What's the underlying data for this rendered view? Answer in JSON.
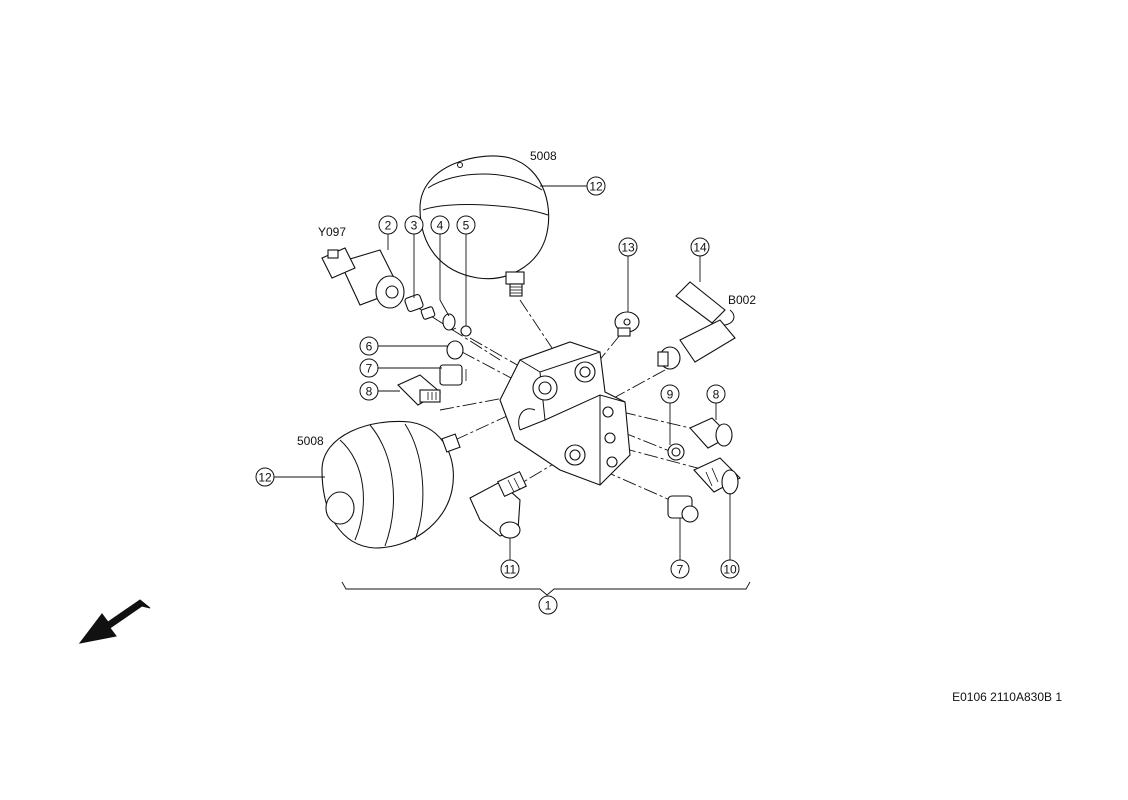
{
  "labels": {
    "accumulator_top": "5008",
    "accumulator_left": "5008",
    "solenoid": "Y097",
    "sensor": "B002"
  },
  "callouts": {
    "c1": "1",
    "c2": "2",
    "c3": "3",
    "c4": "4",
    "c5": "5",
    "c6": "6",
    "c7_left": "7",
    "c8_left": "8",
    "c7_right": "7",
    "c8_right": "8",
    "c9": "9",
    "c10": "10",
    "c11": "11",
    "c12_top": "12",
    "c12_left": "12",
    "c13": "13",
    "c14": "14"
  },
  "drawing_code": "E0106 2110A830B 1",
  "icons": {
    "direction_arrow": "arrow-down-left-icon"
  }
}
